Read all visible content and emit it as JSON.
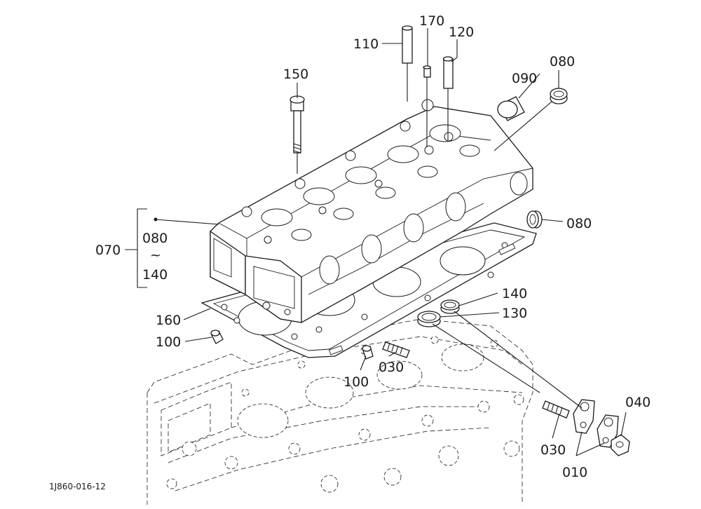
{
  "figure_id": "1J860-016-12",
  "callouts": {
    "c010": "010",
    "c030_a": "030",
    "c030_b": "030",
    "c040": "040",
    "c070": "070",
    "c070_range_from": "080",
    "c070_range_sep": "~",
    "c070_range_to": "140",
    "c080_top": "080",
    "c080_right": "080",
    "c090": "090",
    "c100_a": "100",
    "c100_b": "100",
    "c110": "110",
    "c120": "120",
    "c130": "130",
    "c140": "140",
    "c150": "150",
    "c160": "160",
    "c170": "170"
  }
}
